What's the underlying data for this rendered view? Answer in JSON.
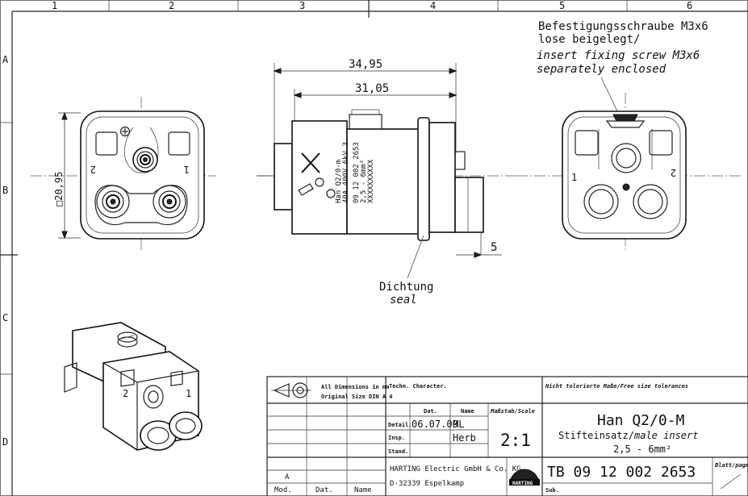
{
  "grid": {
    "columns": [
      "1",
      "2",
      "3",
      "4",
      "5",
      "6"
    ],
    "rows": [
      "A",
      "B",
      "C",
      "D"
    ]
  },
  "annotations": {
    "screw_de_1": "Befestigungsschraube M3x6",
    "screw_de_2": "lose beigelegt/",
    "screw_en_1": "insert fixing screw M3x6",
    "screw_en_2": "separately enclosed",
    "seal_de": "Dichtung",
    "seal_en": "seal"
  },
  "dimensions": {
    "overall_length": "34,95",
    "body_length": "31,05",
    "square_size": "□20,95",
    "small_dim": "5"
  },
  "pin_labels": {
    "pin1": "1",
    "pin2": "2"
  },
  "side_marking": {
    "line1": "Han Q2/0-m",
    "line2": "40A 400V 6kV 3",
    "line3": "09 12 002 2653",
    "line4": "2,5 - 6mm²",
    "line5": "XXXXXXXXXX"
  },
  "title_block": {
    "all_dimensions": "All Dimensions in mm",
    "original_size": "Original Size DIN A 4",
    "techn_character": "Techn. Character.",
    "tolerances": "Nicht tolerierte Maße/Free size tolerances",
    "col_dat": "Dat.",
    "col_name": "Name",
    "massstab": "Maßstab/Scale",
    "row_detail": "Detail.",
    "row_insp": "Insp.",
    "row_stand": "Stand.",
    "detail_date": "06.07.09",
    "detail_name": "ML",
    "insp_name": "Herb",
    "scale": "2:1",
    "product_name": "Han Q2/0-M",
    "product_desc_de": "Stifteinsatz/",
    "product_desc_en": "male insert",
    "product_range": "2,5 - 6mm²",
    "revision": "A",
    "mod_label": "Mod.",
    "dat_label": "Dat.",
    "name_label": "Name",
    "company_1": "HARTING Electric GmbH & Co. KG",
    "company_2": "D-32339 Espelkamp",
    "logo_text": "HARTING",
    "drawing_number": "TB 09 12 002 2653",
    "blatt_label": "Blatt/page",
    "sub_label": "Sub."
  }
}
